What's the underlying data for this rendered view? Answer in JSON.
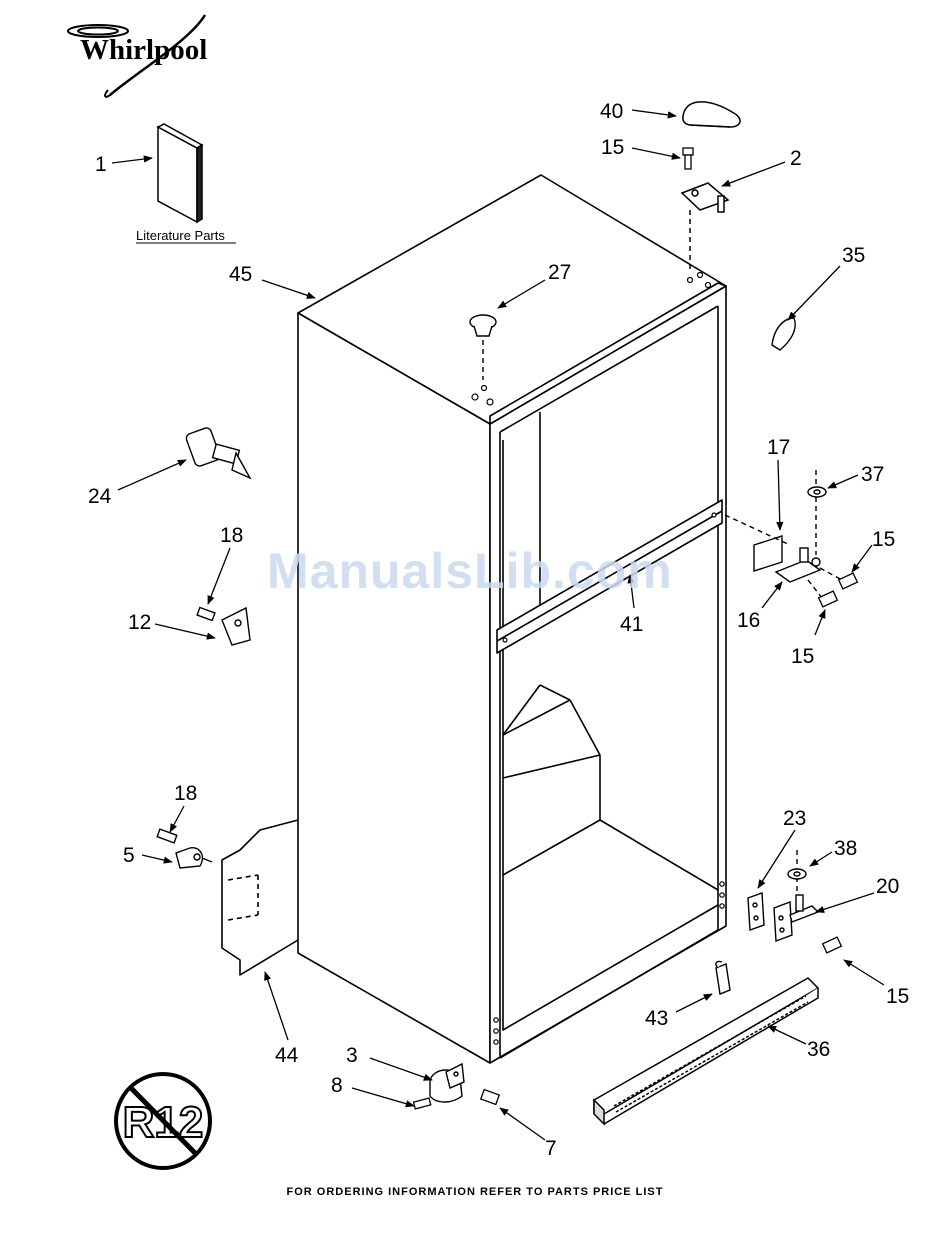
{
  "brand": {
    "name": "Whirlpool"
  },
  "literature_caption": "Literature Parts",
  "watermark": "ManualsLib.com",
  "footer": "FOR ORDERING INFORMATION REFER TO PARTS PRICE LIST",
  "symbol_text": "R12",
  "callouts": {
    "c1": "1",
    "c40": "40",
    "c15a": "15",
    "c2": "2",
    "c45": "45",
    "c27": "27",
    "c35": "35",
    "c17": "17",
    "c37": "37",
    "c15b": "15",
    "c24": "24",
    "c18a": "18",
    "c12": "12",
    "c41": "41",
    "c16": "16",
    "c15c": "15",
    "c18b": "18",
    "c5": "5",
    "c23": "23",
    "c38": "38",
    "c20": "20",
    "c15d": "15",
    "c43": "43",
    "c36": "36",
    "c44": "44",
    "c3": "3",
    "c8": "8",
    "c7": "7"
  },
  "colors": {
    "line": "#000000",
    "watermark": "#c9daf2"
  }
}
